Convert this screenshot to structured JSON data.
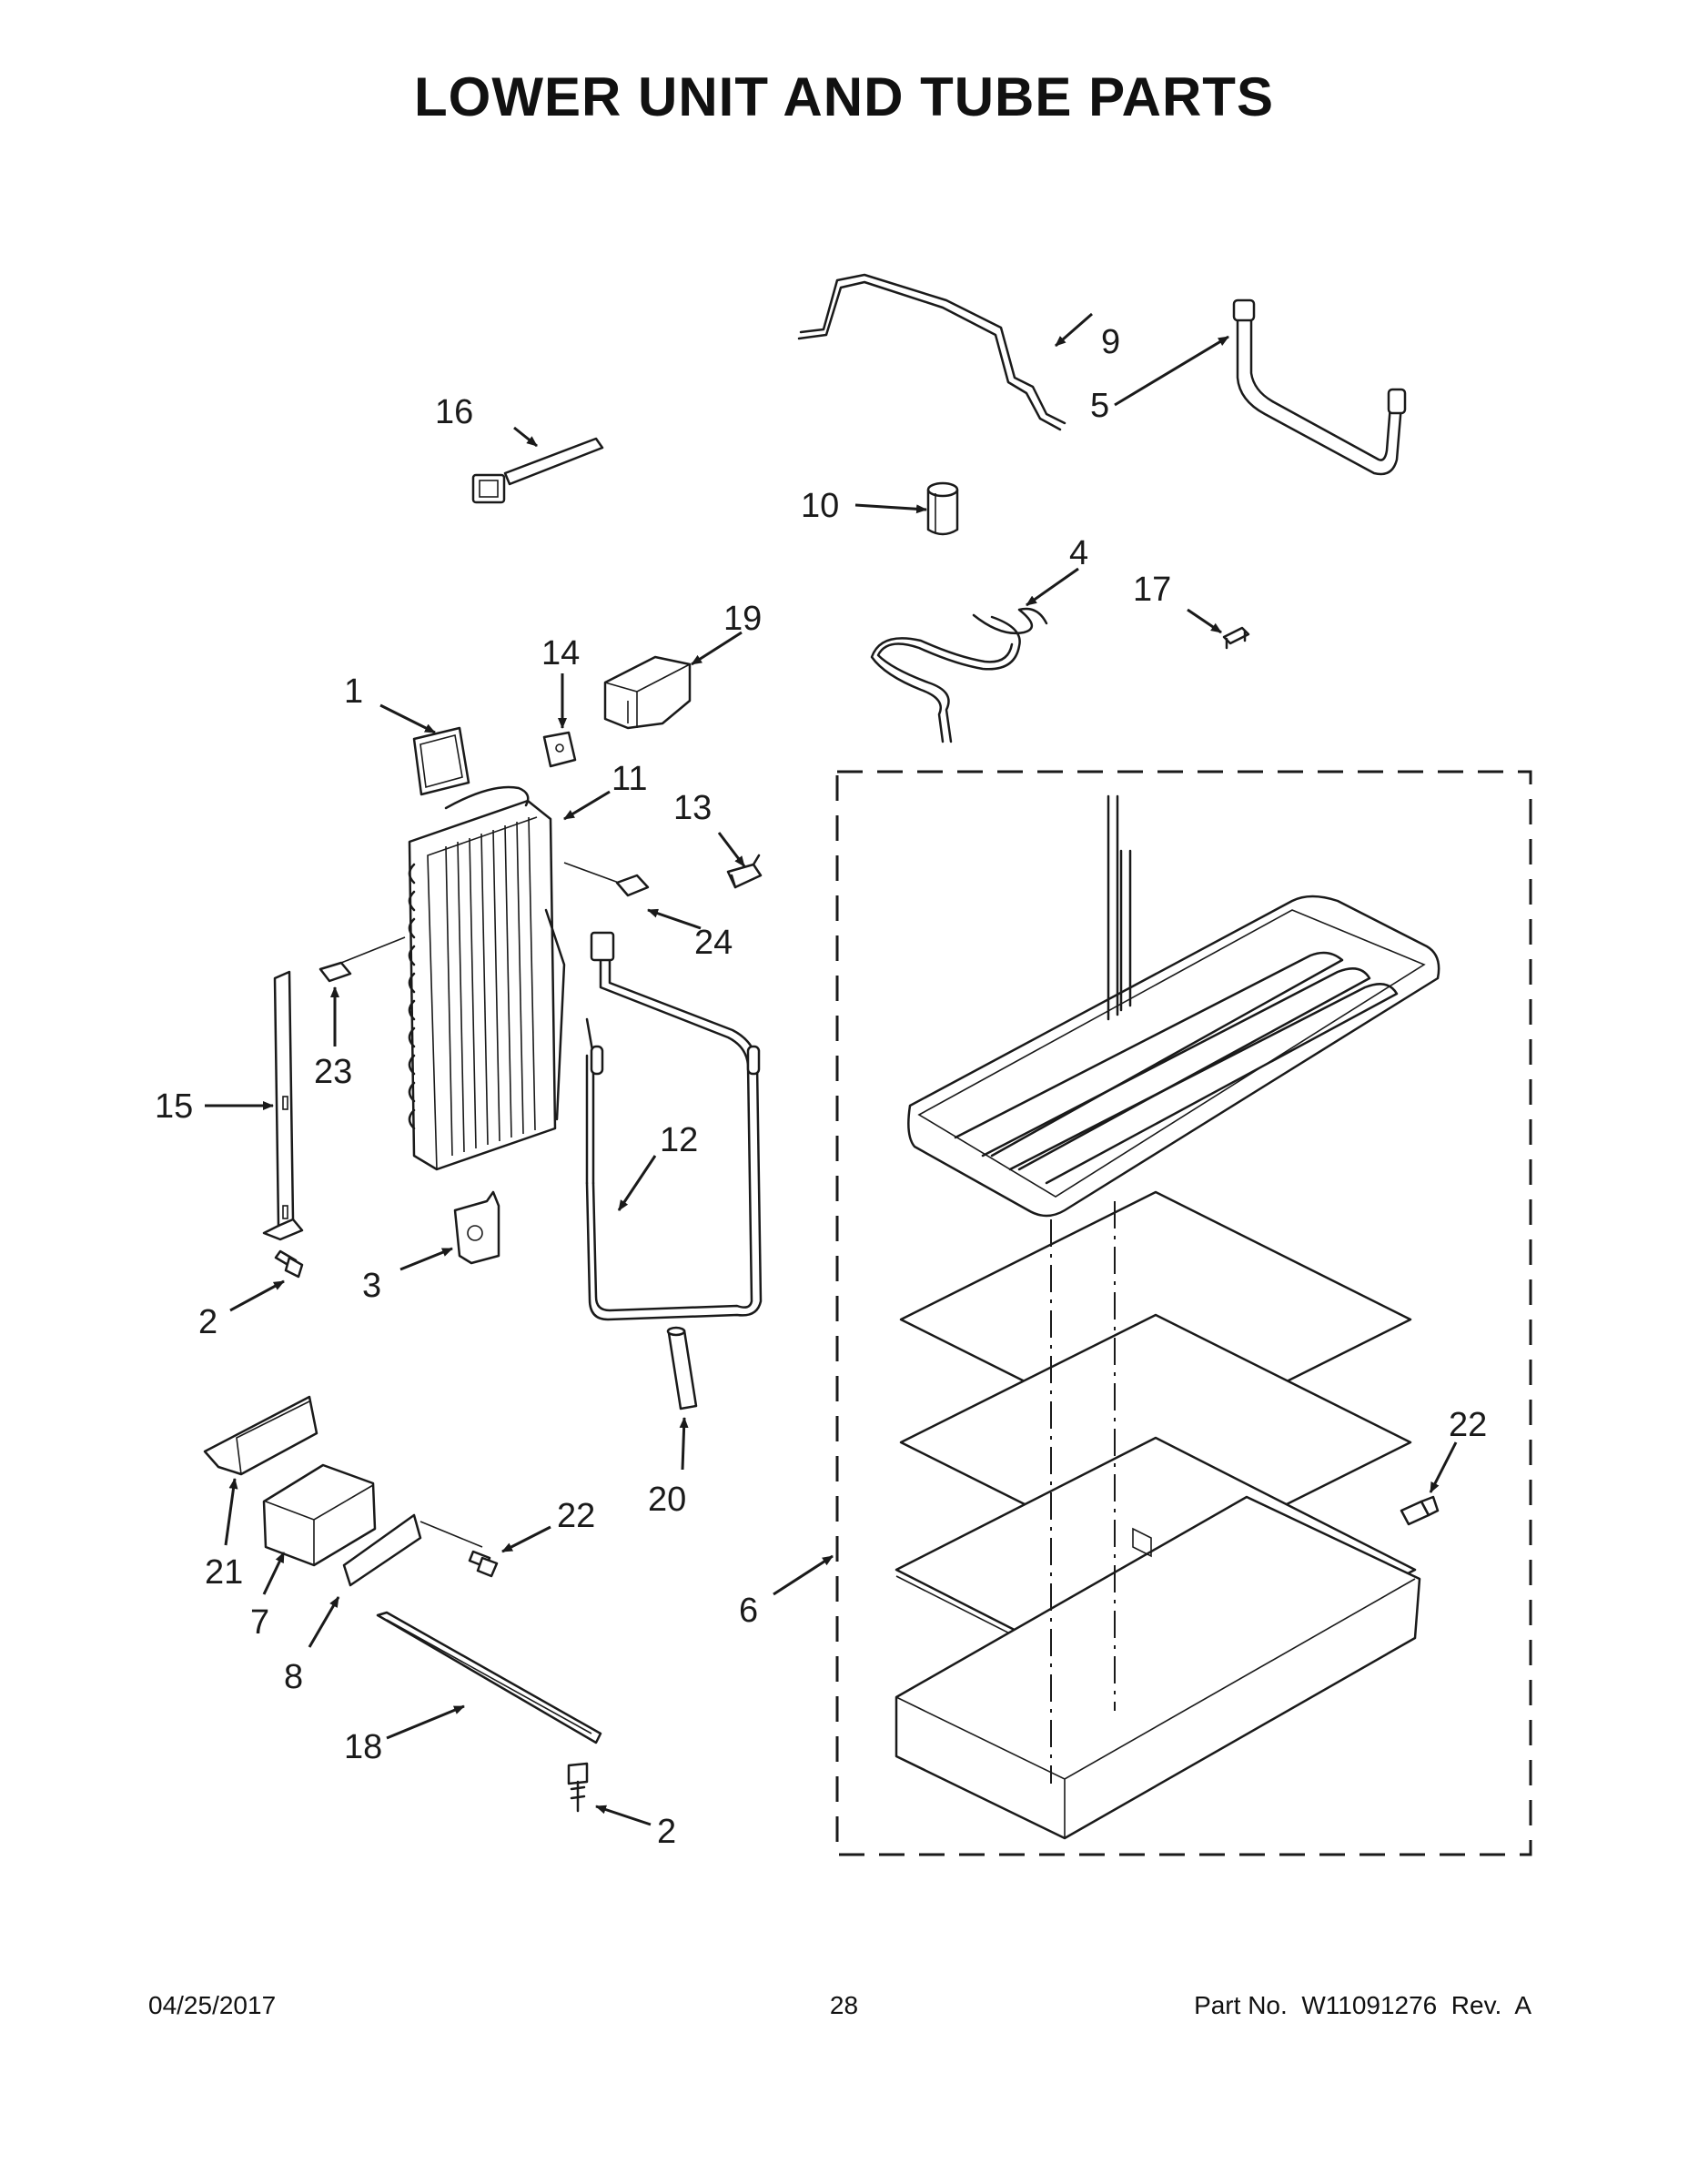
{
  "page": {
    "title": "LOWER UNIT AND TUBE PARTS",
    "footer": {
      "date": "04/25/2017",
      "page_number": "28",
      "part_number": "Part No.  W11091276  Rev.  A"
    }
  },
  "callouts": {
    "c1": "1",
    "c2a": "2",
    "c2b": "2",
    "c3": "3",
    "c4": "4",
    "c5": "5",
    "c6": "6",
    "c7": "7",
    "c8": "8",
    "c9": "9",
    "c10": "10",
    "c11": "11",
    "c12": "12",
    "c13": "13",
    "c14": "14",
    "c15": "15",
    "c16": "16",
    "c17": "17",
    "c18": "18",
    "c19": "19",
    "c20": "20",
    "c21": "21",
    "c22a": "22",
    "c22b": "22",
    "c23": "23",
    "c24": "24"
  }
}
